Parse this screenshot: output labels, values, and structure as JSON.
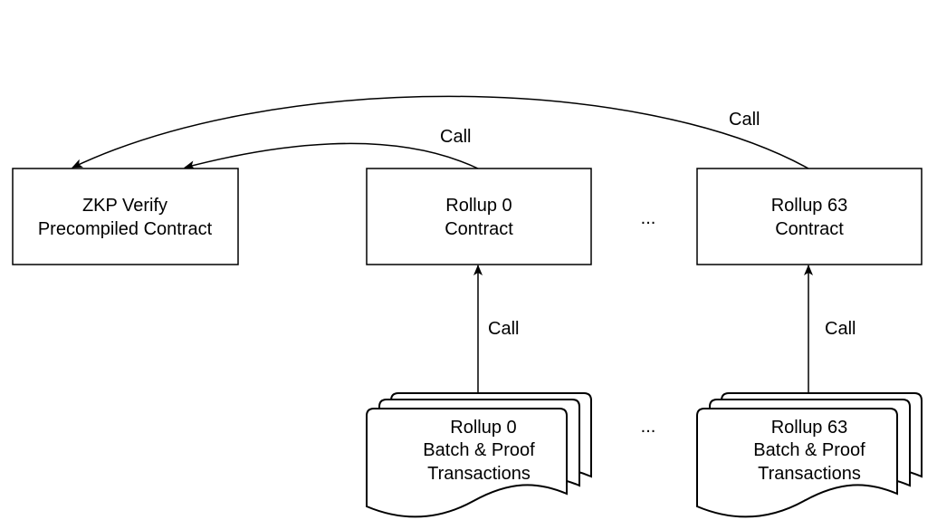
{
  "nodes": {
    "zkp": {
      "line1": "ZKP Verify",
      "line2": "Precompiled Contract"
    },
    "rollup0_contract": {
      "line1": "Rollup 0",
      "line2": "Contract"
    },
    "rollup63_contract": {
      "line1": "Rollup 63",
      "line2": "Contract"
    },
    "rollup0_batch": {
      "line1": "Rollup 0",
      "line2": "Batch & Proof",
      "line3": "Transactions"
    },
    "rollup63_batch": {
      "line1": "Rollup 63",
      "line2": "Batch & Proof",
      "line3": "Transactions"
    }
  },
  "edges": {
    "rollup63_to_zkp": "Call",
    "rollup0_to_zkp": "Call",
    "batch0_to_rollup0": "Call",
    "batch63_to_rollup63": "Call"
  },
  "ellipsis_contracts": "...",
  "ellipsis_batches": "..."
}
